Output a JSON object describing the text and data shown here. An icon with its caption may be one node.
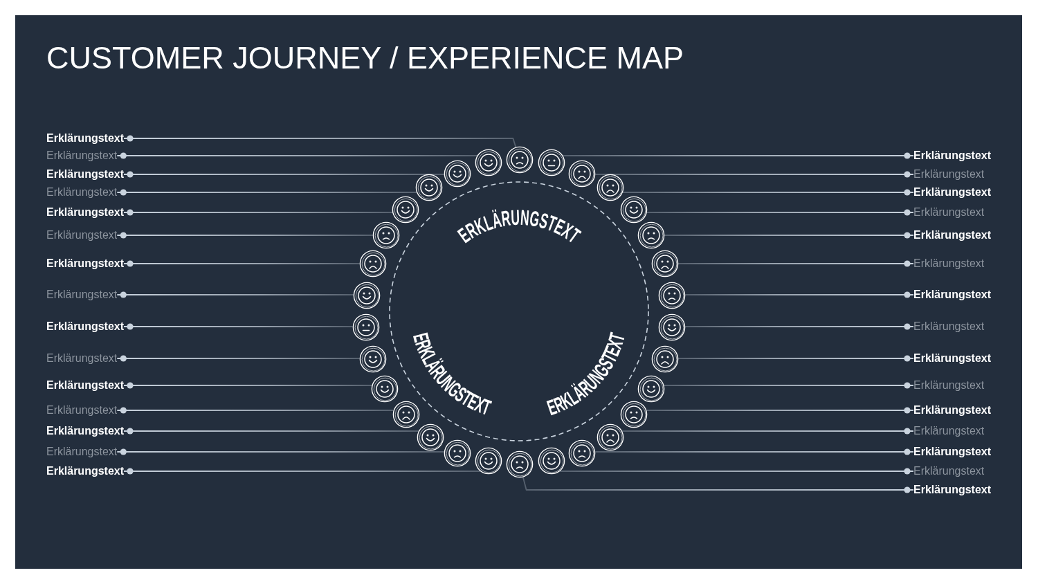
{
  "diagram": {
    "title": "CUSTOMER JOURNEY / EXPERIENCE MAP",
    "nodes": [
      {
        "text": [
          "Erklärungstext"
        ]
      },
      {
        "text": [
          "Erklärungstext"
        ]
      },
      {
        "text": [
          "Erklärungstext"
        ]
      },
      {
        "text": [
          "Erklärungstext"
        ]
      },
      {
        "text": [
          "Erklärungstext"
        ]
      },
      {
        "text": [
          "Erklärungstext"
        ]
      },
      {
        "text": [
          "Erklärungstext"
        ]
      },
      {
        "text": [
          "Erklärungstext"
        ]
      },
      {
        "text": [
          "Erklärungstext"
        ]
      },
      {
        "text": [
          "Erklärungstext"
        ]
      },
      {
        "text": [
          "Erklärungstext"
        ]
      },
      {
        "text": [
          "Erklärungstext"
        ]
      },
      {
        "text": [
          "Erklärungstext"
        ]
      },
      {
        "text": [
          "Erklärungstext"
        ]
      },
      {
        "text": [
          "Erklärungstext"
        ]
      },
      {
        "text": [
          "Erklärungstext"
        ]
      },
      {
        "text": [
          "Erklärungstext"
        ]
      },
      {
        "text": [
          "Erklärungstext"
        ]
      },
      {
        "text": [
          "Erklärungstext"
        ]
      },
      {
        "text": [
          "Erklärungstext"
        ]
      },
      {
        "text": [
          "Erklärungstext"
        ]
      },
      {
        "text": [
          "Erklärungstext"
        ]
      },
      {
        "text": [
          "Erklärungstext"
        ]
      },
      {
        "text": [
          "Erklärungstext"
        ]
      },
      {
        "text": [
          "Erklärungstext"
        ]
      },
      {
        "text": [
          "Erklärungstext"
        ]
      },
      {
        "text": [
          "Erklärungstext"
        ]
      },
      {
        "text": [
          "Erklärungstext"
        ]
      },
      {
        "text": [
          "Erklärungstext"
        ]
      },
      {
        "text": [
          "Erklärungstext"
        ]
      },
      {
        "text": [],
        "shape": "circle"
      },
      {
        "text": [],
        "shape": "circle"
      },
      {
        "text": [],
        "shape": "circle"
      },
      {
        "text": [],
        "shape": "circle"
      },
      {
        "text": [],
        "shape": "circle"
      },
      {
        "text": [],
        "shape": "circle"
      },
      {
        "text": [],
        "shape": "circle"
      },
      {
        "text": [],
        "shape": "circle"
      },
      {
        "text": [],
        "shape": "circle"
      },
      {
        "text": [],
        "shape": "circle"
      },
      {
        "text": [],
        "shape": "circle"
      },
      {
        "text": [],
        "shape": "circle"
      },
      {
        "text": [],
        "shape": "circle"
      },
      {
        "text": [],
        "shape": "circle"
      },
      {
        "text": [],
        "shape": "circle"
      },
      {
        "text": [],
        "shape": "circle"
      },
      {
        "text": [],
        "shape": "circle"
      },
      {
        "text": [],
        "shape": "circle"
      },
      {
        "text": [],
        "shape": "circle"
      },
      {
        "text": [],
        "shape": "circle"
      },
      {
        "text": [],
        "shape": "circle"
      },
      {
        "text": [],
        "shape": "circle"
      },
      {
        "text": [],
        "shape": "circle"
      },
      {
        "text": [],
        "shape": "circle"
      },
      {
        "text": [],
        "shape": "circle"
      },
      {
        "text": [],
        "shape": "circle"
      },
      {
        "text": [],
        "shape": "circle"
      },
      {
        "text": [],
        "shape": "circle"
      },
      {
        "text": [],
        "shape": "circle"
      },
      {
        "text": [],
        "shape": "circle"
      },
      {
        "text": [
          "ERKLÄRUNGSTEXT",
          "ERKLÄRUNGSTEXT",
          "ERKLÄRUNGSTEXT"
        ]
      }
    ],
    "edges": [
      {
        "from": 0,
        "to": 30,
        "arrow": "other"
      },
      {
        "from": 1,
        "to": 31,
        "arrow": "other"
      },
      {
        "from": 2,
        "to": 32,
        "arrow": "other"
      },
      {
        "from": 3,
        "to": 33,
        "arrow": "other"
      },
      {
        "from": 4,
        "to": 34,
        "arrow": "other"
      },
      {
        "from": 5,
        "to": 35,
        "arrow": "other"
      },
      {
        "from": 6,
        "to": 36,
        "arrow": "other"
      },
      {
        "from": 7,
        "to": 37,
        "arrow": "other"
      },
      {
        "from": 8,
        "to": 38,
        "arrow": "other"
      },
      {
        "from": 9,
        "to": 39,
        "arrow": "other"
      },
      {
        "from": 10,
        "to": 40,
        "arrow": "other"
      },
      {
        "from": 11,
        "to": 41,
        "arrow": "other"
      },
      {
        "from": 12,
        "to": 42,
        "arrow": "other"
      },
      {
        "from": 13,
        "to": 43,
        "arrow": "other"
      },
      {
        "from": 14,
        "to": 44,
        "arrow": "other"
      },
      {
        "from": 15,
        "to": 45,
        "arrow": "other"
      },
      {
        "from": 16,
        "to": 46,
        "arrow": "other"
      },
      {
        "from": 17,
        "to": 47,
        "arrow": "other"
      },
      {
        "from": 18,
        "to": 48,
        "arrow": "other"
      },
      {
        "from": 19,
        "to": 49,
        "arrow": "other"
      },
      {
        "from": 20,
        "to": 50,
        "arrow": "other"
      },
      {
        "from": 21,
        "to": 51,
        "arrow": "other"
      },
      {
        "from": 22,
        "to": 52,
        "arrow": "other"
      },
      {
        "from": 23,
        "to": 53,
        "arrow": "other"
      },
      {
        "from": 24,
        "to": 54,
        "arrow": "other"
      },
      {
        "from": 25,
        "to": 55,
        "arrow": "other"
      },
      {
        "from": 26,
        "to": 56,
        "arrow": "other"
      },
      {
        "from": 27,
        "to": 57,
        "arrow": "other"
      },
      {
        "from": 28,
        "to": 58,
        "arrow": "other"
      },
      {
        "from": 29,
        "to": 59,
        "arrow": "other"
      }
    ]
  }
}
